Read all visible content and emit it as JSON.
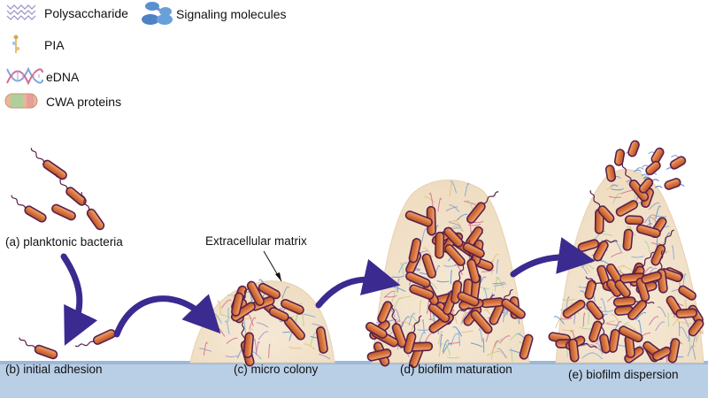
{
  "legend": {
    "polysaccharide": "Polysaccharide",
    "signaling": "Signaling molecules",
    "pia": "PIA",
    "edna": "eDNA",
    "cwa": "CWA proteins"
  },
  "stages": {
    "a": "(a) planktonic bacteria",
    "b": "(b) initial adhesion",
    "c": "(c) micro colony",
    "d": "(d) biofilm  maturation",
    "e": "(e) biofilm dispersion"
  },
  "annotation": "Extracellular matrix",
  "colors": {
    "surface": "#b9cfe6",
    "bacterium_fill": "#d9763e",
    "bacterium_outline": "#5a1f4a",
    "arrow": "#3b2a8f",
    "matrix": "#f1e2cc"
  }
}
